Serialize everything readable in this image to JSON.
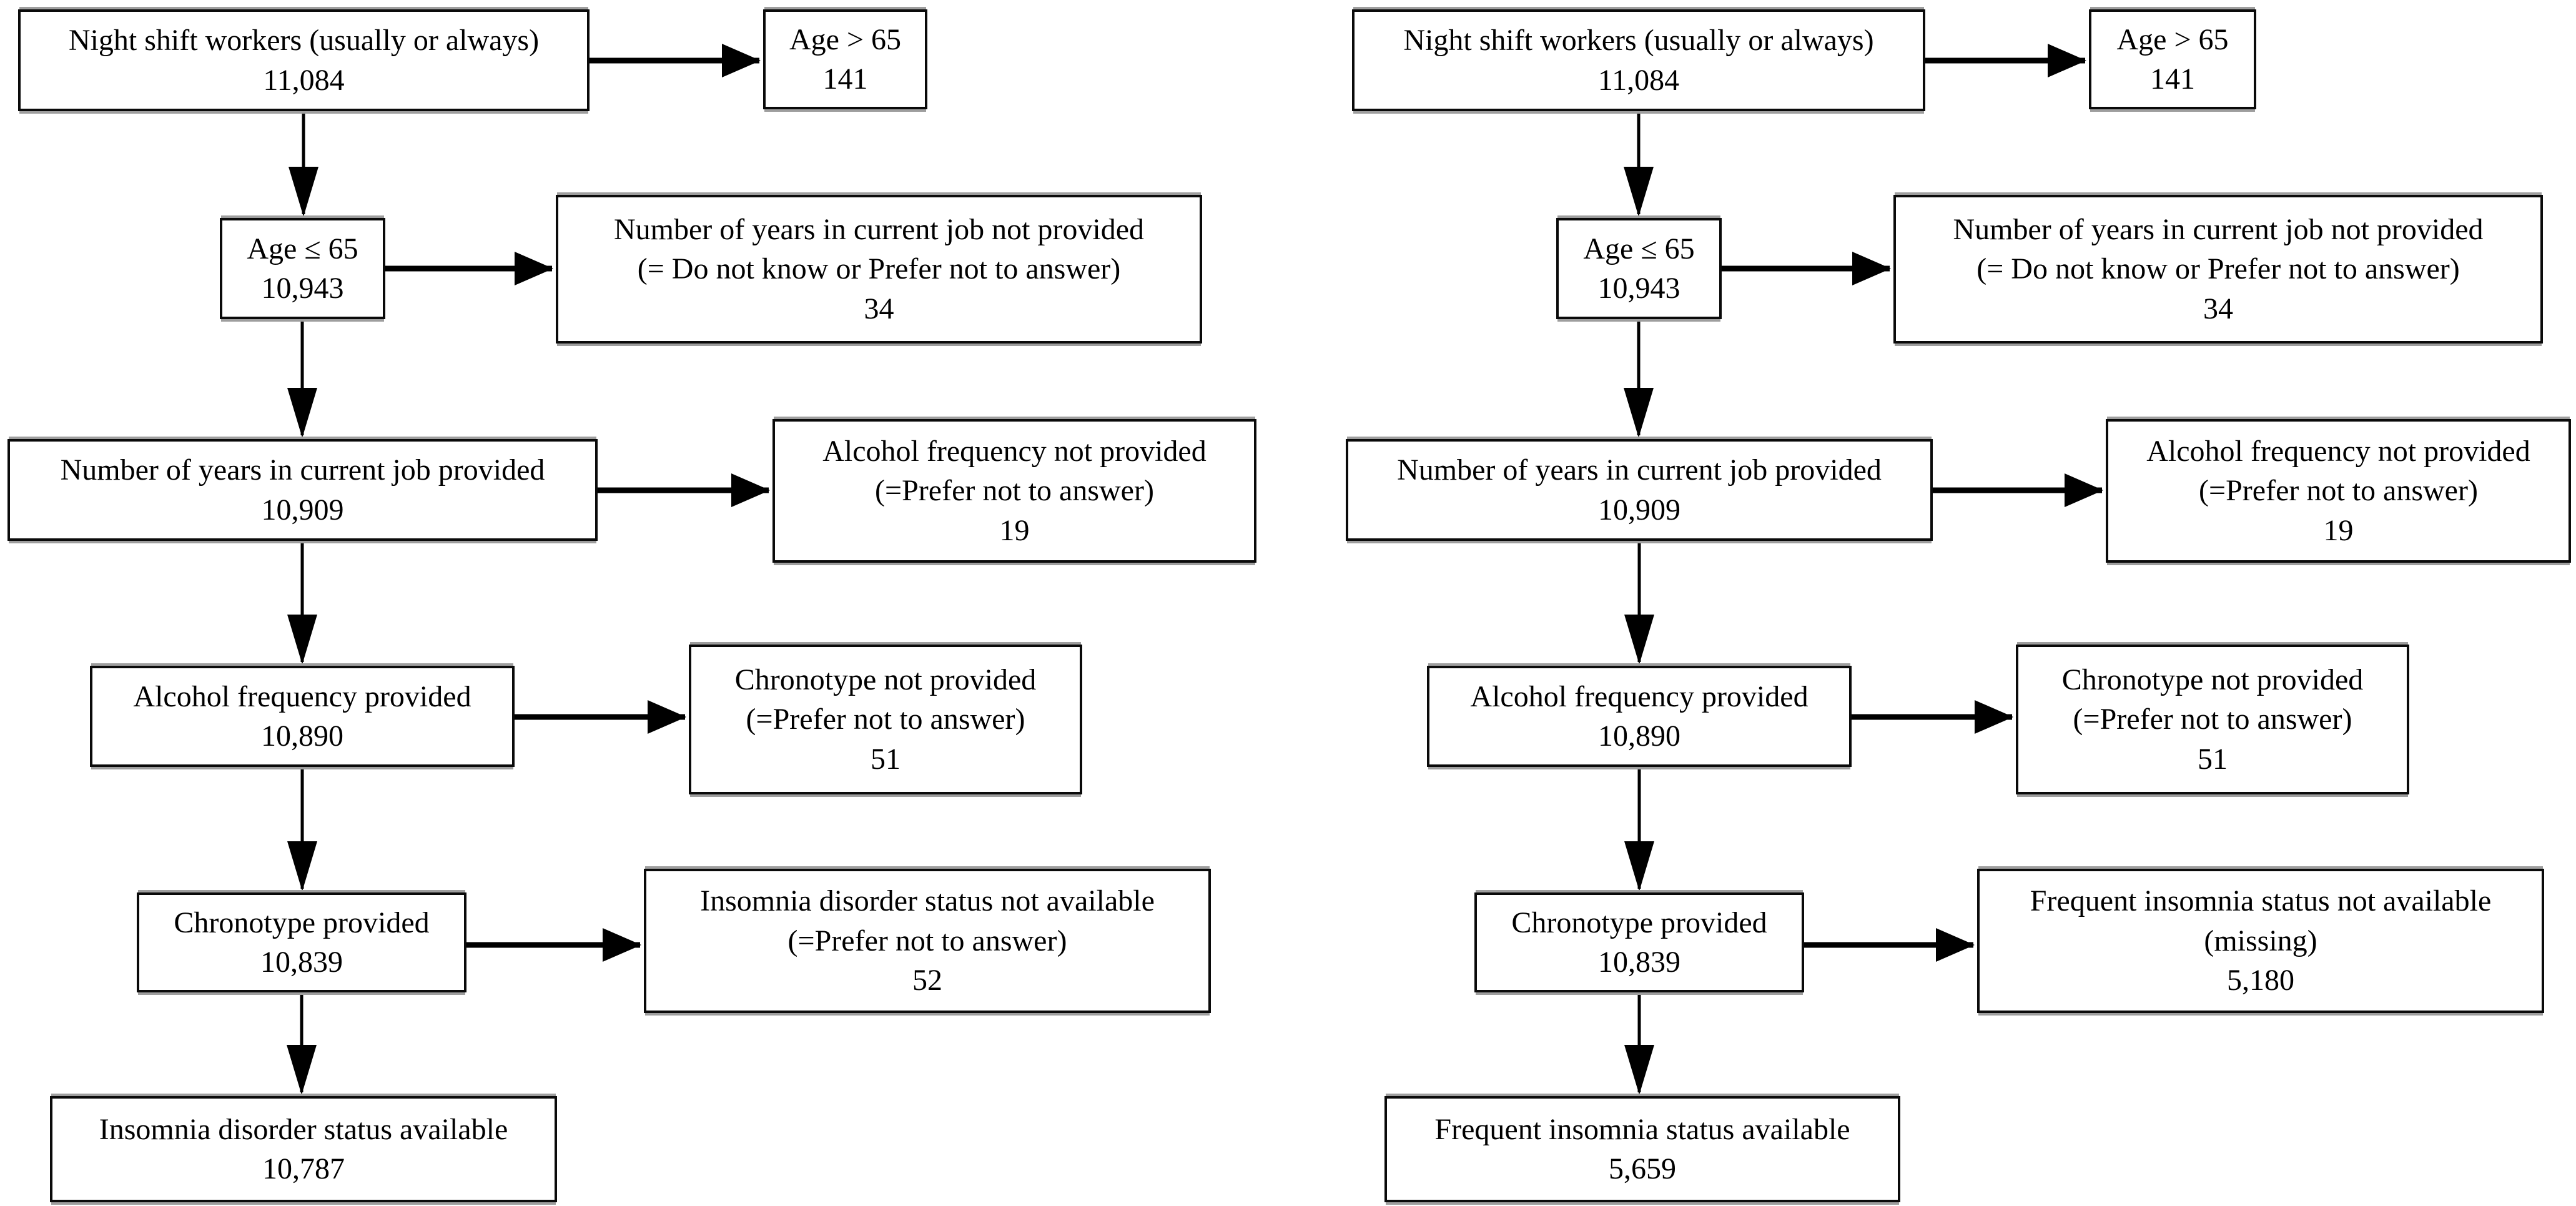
{
  "figure": {
    "kind": "participant-flow-diagram",
    "panels": 2,
    "background_color": "#ffffff",
    "box_border_color": "#000000",
    "text_color": "#000000"
  },
  "charts": [
    {
      "id": "left",
      "steps": [
        {
          "label": "Night shift workers (usually or always)",
          "count": "11,084"
        },
        {
          "label": "Age ≤ 65",
          "count": "10,943"
        },
        {
          "label": "Number of years in current job provided",
          "count": "10,909"
        },
        {
          "label": "Alcohol frequency provided",
          "count": "10,890"
        },
        {
          "label": "Chronotype provided",
          "count": "10,839"
        },
        {
          "label": "Insomnia disorder status available",
          "count": "10,787"
        }
      ],
      "exclusions": [
        {
          "label": "Age > 65",
          "count": "141"
        },
        {
          "label": "Number of years in current job not provided",
          "sublabel": "(= Do not know or Prefer not to answer)",
          "count": "34"
        },
        {
          "label": "Alcohol frequency not provided",
          "sublabel": "(=Prefer not to answer)",
          "count": "19"
        },
        {
          "label": "Chronotype not provided",
          "sublabel": "(=Prefer not to answer)",
          "count": "51"
        },
        {
          "label": "Insomnia disorder status not available",
          "sublabel": "(=Prefer not to answer)",
          "count": "52"
        }
      ]
    },
    {
      "id": "right",
      "steps": [
        {
          "label": "Night shift workers (usually or always)",
          "count": "11,084"
        },
        {
          "label": "Age ≤ 65",
          "count": "10,943"
        },
        {
          "label": "Number of years in current job provided",
          "count": "10,909"
        },
        {
          "label": "Alcohol frequency provided",
          "count": "10,890"
        },
        {
          "label": "Chronotype provided",
          "count": "10,839"
        },
        {
          "label": "Frequent insomnia status available",
          "count": "5,659"
        }
      ],
      "exclusions": [
        {
          "label": "Age > 65",
          "count": "141"
        },
        {
          "label": "Number of years in current job not provided",
          "sublabel": "(= Do not know or Prefer not to answer)",
          "count": "34"
        },
        {
          "label": "Alcohol frequency not provided",
          "sublabel": "(=Prefer not to answer)",
          "count": "19"
        },
        {
          "label": "Chronotype not provided",
          "sublabel": "(=Prefer not to answer)",
          "count": "51"
        },
        {
          "label": "Frequent insomnia status not available",
          "sublabel": "(missing)",
          "count": "5,180"
        }
      ]
    }
  ]
}
